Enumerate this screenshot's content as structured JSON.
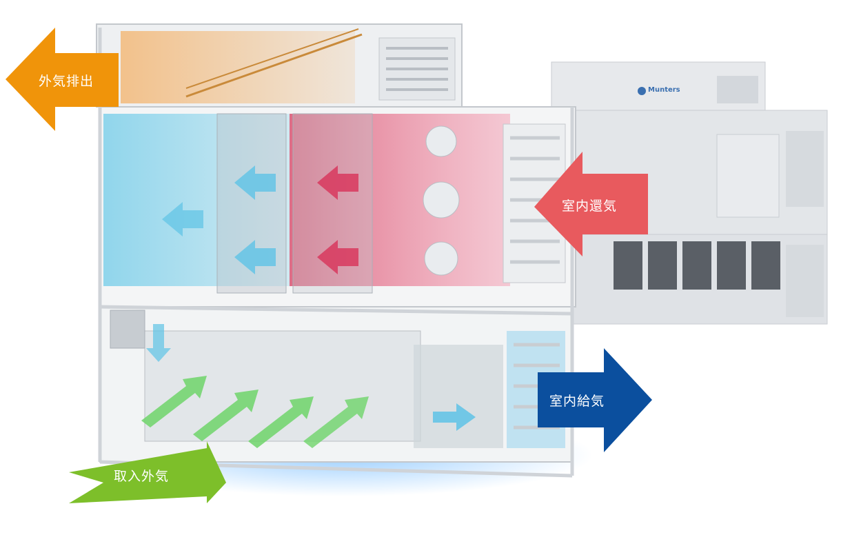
{
  "labels": {
    "exhaust_out": "外気排出",
    "return_air": "室内還気",
    "supply_air": "室内給気",
    "intake_air": "取入外気"
  },
  "brand": {
    "name": "Munters"
  },
  "colors": {
    "exhaust_arrow": "#f0940a",
    "return_arrow": "#e85a5e",
    "supply_arrow": "#0b4f9e",
    "intake_arrow": "#7dbf2a",
    "frame": "#dcdfe3",
    "cool_zone": "#7fd0ea",
    "warm_zone": "#f49bb0",
    "green_flow": "#6fd46a"
  }
}
